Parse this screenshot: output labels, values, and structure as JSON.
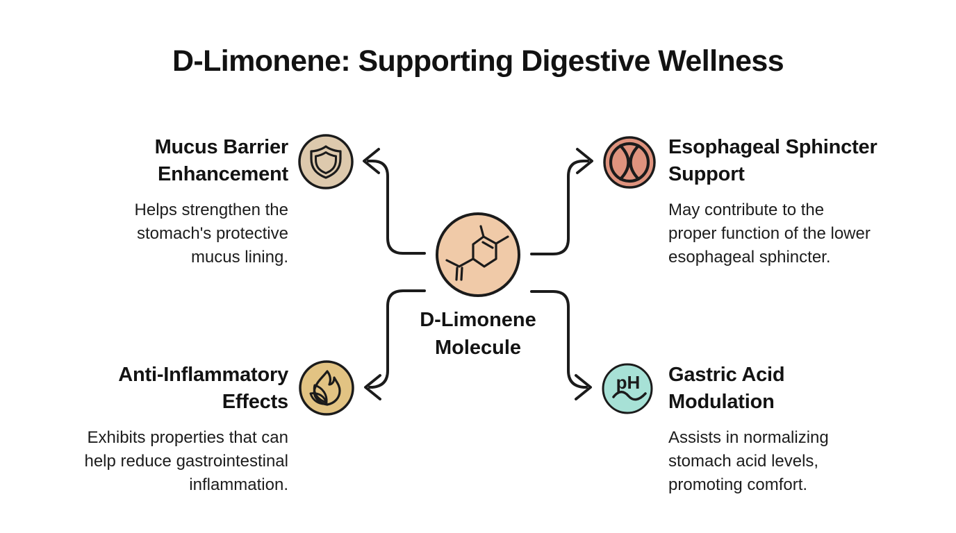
{
  "title": "D-Limonene: Supporting Digestive Wellness",
  "center": {
    "icon": "limonene-molecule-icon",
    "label": [
      "D-Limonene",
      "Molecule"
    ],
    "color": "#F0CAA8"
  },
  "sections": {
    "mucus_barrier": {
      "title": [
        "Mucus Barrier",
        "Enhancement"
      ],
      "body": [
        "Helps strengthen the",
        "stomach's protective",
        "mucus lining."
      ],
      "icon": "shield-icon",
      "color": "#DDC9AD"
    },
    "esophageal_sphincter": {
      "title": [
        "Esophageal Sphincter",
        "Support"
      ],
      "body": [
        "May contribute to the",
        "proper function of the lower",
        "esophageal sphincter."
      ],
      "icon": "sphincter-icon",
      "color": "#DF937E"
    },
    "anti_inflammatory": {
      "title": [
        "Anti-Inflammatory",
        "Effects"
      ],
      "body": [
        "Exhibits properties that can",
        "help reduce gastrointestinal",
        "inflammation."
      ],
      "icon": "flame-icon",
      "color": "#E2C383"
    },
    "gastric_acid": {
      "title": [
        "Gastric Acid",
        "Modulation"
      ],
      "body": [
        "Assists in normalizing",
        "stomach acid levels,",
        "promoting comfort."
      ],
      "icon": "ph-icon",
      "ph_label": "pH",
      "color": "#A7E1D6"
    }
  },
  "colors": {
    "background": "#ffffff",
    "outline": "#1b1b1b",
    "text": "#131313"
  }
}
